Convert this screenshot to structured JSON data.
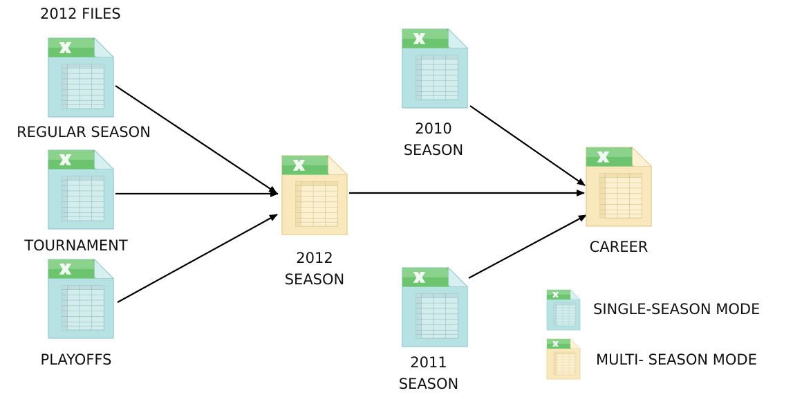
{
  "header": {
    "title": "2012 FILES"
  },
  "nodes": {
    "regular_season": {
      "label": "REGULAR SEASON"
    },
    "tournament": {
      "label": "TOURNAMENT"
    },
    "playoffs": {
      "label": "PLAYOFFS"
    },
    "season_2012": {
      "line1": "2012",
      "line2": "SEASON"
    },
    "season_2010": {
      "line1": "2010",
      "line2": "SEASON"
    },
    "season_2011": {
      "line1": "2011",
      "line2": "SEASON"
    },
    "career": {
      "label": "CAREER"
    }
  },
  "legend": {
    "single": "SINGLE-SEASON MODE",
    "multi": "MULTI- SEASON MODE"
  },
  "colors": {
    "single_bg": "#b7e2e3",
    "single_border": "#a0cdd0",
    "multi_bg": "#f8e8bb",
    "multi_border": "#e8d6a0",
    "header_green": "#5fc065",
    "arrow": "#000000"
  }
}
